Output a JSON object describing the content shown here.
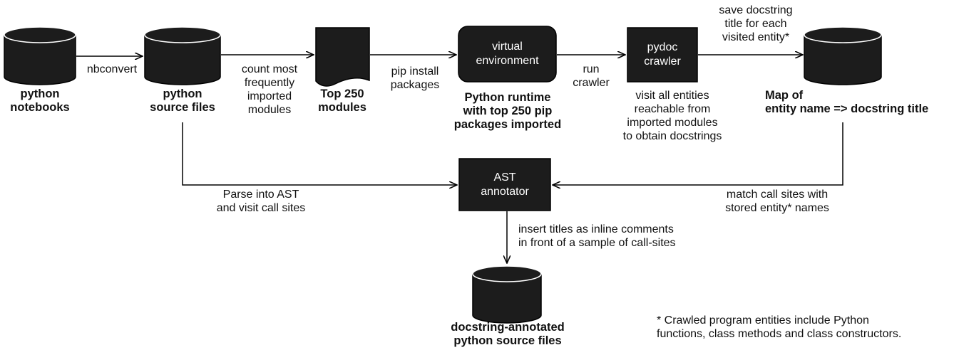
{
  "nodes": {
    "python_notebooks": {
      "label": "python\nnotebooks",
      "shape": "database"
    },
    "python_source_files": {
      "label": "python\nsource files",
      "shape": "database"
    },
    "top250_modules": {
      "label": "Top 250\nmodules",
      "shape": "document"
    },
    "virtual_environment": {
      "text": "virtual\nenvironment",
      "caption": "Python runtime\nwith top 250 pip\npackages imported",
      "shape": "rounded-box"
    },
    "pydoc_crawler": {
      "text": "pydoc\ncrawler",
      "caption": "visit all entities\nreachable from\nimported modules\nto obtain docstrings",
      "shape": "box"
    },
    "docstring_map": {
      "label": "Map of\nentity name => docstring title",
      "shape": "database"
    },
    "ast_annotator": {
      "text": "AST\nannotator",
      "shape": "box"
    },
    "annotated_files": {
      "label": "docstring-annotated\npython source files",
      "shape": "database"
    }
  },
  "edges": {
    "nbconvert": "nbconvert",
    "count_modules": "count most\nfrequently\nimported\nmodules",
    "pip_install": "pip install\npackages",
    "run_crawler": "run\ncrawler",
    "save_docstring": "save docstring\ntitle for each\nvisited entity*",
    "parse_ast": "Parse into AST\nand visit call sites",
    "match_calls": "match call sites with\nstored entity* names",
    "insert_titles": "insert titles as inline comments\nin front of a sample of call-sites"
  },
  "footnote": "* Crawled program entities include Python\nfunctions, class methods and class constructors.",
  "colors": {
    "fill": "#1c1c1c",
    "stroke": "#000000",
    "text_on_dark": "#ffffff"
  }
}
